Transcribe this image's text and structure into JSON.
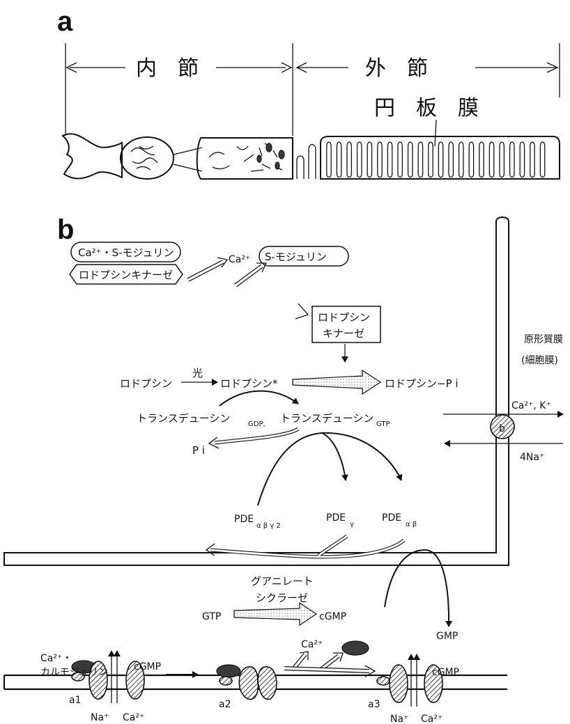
{
  "panel_a": {
    "label": "a",
    "inner_segment": "内　節",
    "outer_segment": "外　節",
    "disc_membrane": "円　板　膜"
  },
  "panel_b": {
    "label": "b",
    "ca_s_modulin": "Ca²⁺・S-モジュリン",
    "rhodopsin_kinase_hex": "ロドプシンキナーゼ",
    "ca": "Ca²⁺",
    "s_modulin": "S-モジュリン",
    "rk_box_line1": "ロドプシン",
    "rk_box_line2": "キナーゼ",
    "light": "光",
    "rhodopsin": "ロドプシン",
    "rhodopsin_star": "ロドプシン*",
    "rhodopsin_pi": "ロドプシン−P i",
    "transducin_gdp": "トランスデューシン",
    "gdp_sub": "GDP,",
    "transducin_gtp": "トランスデューシン",
    "gtp_sub": "GTP",
    "pi": "P i",
    "pde_full": "PDE",
    "pde_full_sub": "α β γ 2",
    "pde_gamma": "PDE",
    "pde_gamma_sub": "γ",
    "pde_ab": "PDE",
    "pde_ab_sub": "α β",
    "guanylate_line1": "グアニレート",
    "guanylate_line2": "シクラーゼ",
    "gtp": "GTP",
    "cgmp": "cGMP",
    "gmp": "GMP",
    "plasma_membrane": "原形質膜",
    "cell_membrane": "(細胞膜)",
    "ca_k": "Ca²⁺, K⁺",
    "na4": "4Na⁺",
    "exchanger_label": "b",
    "calmodulin_line1": "Ca²⁺・",
    "calmodulin_line2": "カルモジュリン",
    "cgmp_a1": "cGMP",
    "cgmp_a3": "cGMP",
    "ca_release": "Ca²⁺",
    "a1": "a1",
    "a2": "a2",
    "a3": "a3",
    "na_a1": "Na⁺",
    "ca_a1": "Ca²⁺",
    "na_a3": "Na⁺",
    "ca_a3": "Ca²⁺"
  }
}
